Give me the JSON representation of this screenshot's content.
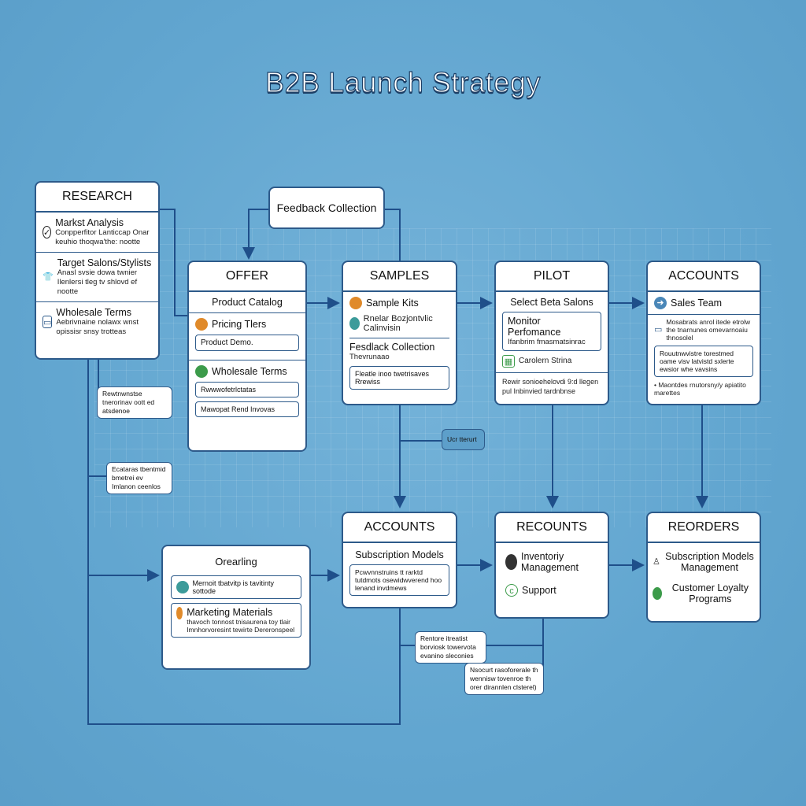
{
  "title": "B2B Launch Strategy",
  "feedback": "Feedback Collection",
  "research": {
    "title": "RESEARCH",
    "items": [
      {
        "label": "Markst Analysis",
        "desc": "Conpperfitor Lanticcap Onar keuhio thoqwa'the: nootte",
        "icon": "check-circle-icon"
      },
      {
        "label": "Target Salons/Stylists",
        "desc": "Anasl svsie dowa twnier Ilenlersi tleg tv shlovd ef nootte",
        "icon": "shirt-icon"
      },
      {
        "label": "Wholesale Terms",
        "desc": "Aebrivnaine nolawx wnst opissisr snsy trotteas",
        "icon": "briefcase-icon"
      }
    ]
  },
  "offer": {
    "title": "OFFER",
    "catalog": "Product Catalog",
    "pricing": "Pricing Tlers",
    "demo": "Product Demo.",
    "wholesale": "Wholesale Terms",
    "inner1": "Rwwwofetrlctatas",
    "inner2": "Mawopat Rend Invovas"
  },
  "samples": {
    "title": "SAMPLES",
    "kits": "Sample Kits",
    "analysis": "Rnelar Bozjontvlic Calinvisin",
    "feedback": "Fesdlack Collection",
    "feedback_sub": "Thevrunaao",
    "box": "Fleatle inoo twetrisaves Rrewiss"
  },
  "pilot": {
    "title": "PILOT",
    "select": "Select Beta Salons",
    "monitor": "Monitor Perfomance",
    "monitor_sub": "Ifanbrim fmasmatsinrac",
    "item": "Carolern Strina",
    "foot": "Rewir sonioehelovdi 9:d llegen pul Inbinvied tardnbnse"
  },
  "accounts_top": {
    "title": "ACCOUNTS",
    "sales": "Sales Team",
    "desc": "Mosabrats anrol itede etrolw the tnarnunes omevarnoaiu thnosolel",
    "box": "Rouutnwvistre torestmed oame visv latvistd sxlerte ewsior whe vavsins",
    "bullet": "Maontdes rnutorsny/y apiatito marettes"
  },
  "orearling": {
    "title": "Orearling",
    "item1": "Mernoit tbatvitp is tavitinty sottode",
    "marketing": "Marketing Materials",
    "marketing_desc": "thavoch tonnost tnisaurena toy tlair Imnhorvoresint tewirte Dereronspeel"
  },
  "accounts_bottom": {
    "title": "ACCOUNTS",
    "sub": "Subscription Models",
    "box": "Pcwvnnstruins tt rarktd tutdmots osewidwverend hoo lenand invdmews"
  },
  "recounts": {
    "title": "RECOUNTS",
    "inventory": "Inventoriy Management",
    "support": "Support"
  },
  "reorders": {
    "title": "REORDERS",
    "sub": "Subscription Models Management",
    "loyalty": "Customer Loyalty Programs"
  },
  "notes": [
    "Rewtnwnstse tnerorinav oott ed atsdenoe",
    "Ecataras tbentmid bmetrei ev Imlanon ceenlos",
    "Ucr tterurt",
    "Rentore itreatist borviosk towervota evanino sleconies",
    "Nsocurt rasoforerale th wennisw tovenroe th orer dirannlen clsterel)"
  ],
  "colors": {
    "line": "#1f4f8a",
    "bg": "#62a6d0"
  }
}
